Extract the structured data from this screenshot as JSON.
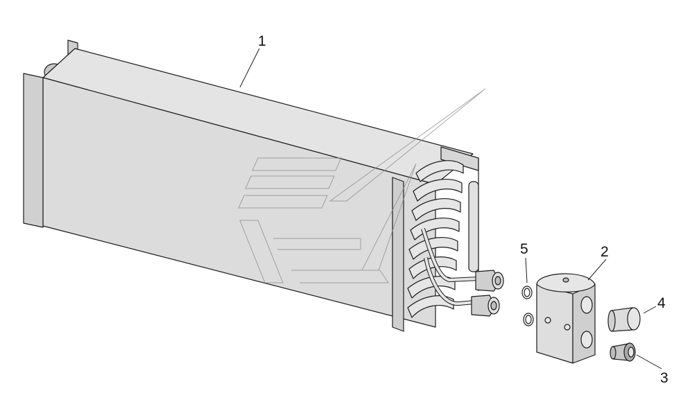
{
  "diagram": {
    "callouts": [
      {
        "id": "part-1",
        "label": "1"
      },
      {
        "id": "part-2",
        "label": "2"
      },
      {
        "id": "part-3",
        "label": "3"
      },
      {
        "id": "part-4",
        "label": "4"
      },
      {
        "id": "part-5",
        "label": "5"
      }
    ],
    "colors": {
      "line": "#1a1a1a",
      "fill": "#d9d9d9",
      "fill_dark": "#bdbdbd",
      "watermark": "#8a8a8a"
    }
  }
}
